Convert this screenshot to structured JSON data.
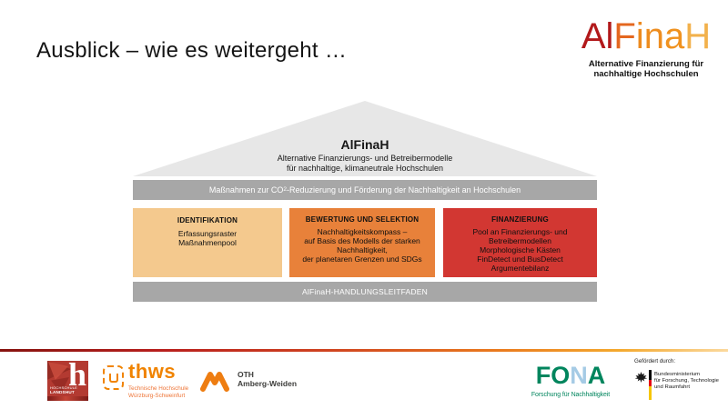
{
  "slide": {
    "title": "Ausblick – wie es weitergeht …"
  },
  "brand_logo": {
    "name": "AlFinaH",
    "letters": [
      {
        "ch": "A",
        "color": "#b2191b"
      },
      {
        "ch": "l",
        "color": "#b2191b"
      },
      {
        "ch": "F",
        "color": "#e4671f"
      },
      {
        "ch": "i",
        "color": "#ed8a1f"
      },
      {
        "ch": "n",
        "color": "#ee8d1f"
      },
      {
        "ch": "a",
        "color": "#f0921f"
      },
      {
        "ch": "H",
        "color": "#f2b14c"
      }
    ],
    "subtitle_line1": "Alternative Finanzierung für",
    "subtitle_line2": "nachhaltige Hochschulen"
  },
  "diagram": {
    "roof": {
      "title": "AlFinaH",
      "line1": "Alternative Finanzierungs- und Betreibermodelle",
      "line2": "für nachhaltige, klimaneutrale Hochschulen"
    },
    "top_bar": {
      "text_before_sub": "Maßnahmen zur CO",
      "sub": "2",
      "text_after_sub": "-Reduzierung und Förderung der Nachhaltigkeit an Hochschulen"
    },
    "boxes": [
      {
        "title": "IDENTIFIKATION",
        "color": "#f4c98e",
        "lines": [
          "Erfassungsraster",
          "Maßnahmenpool"
        ]
      },
      {
        "title": "BEWERTUNG UND SELEKTION",
        "color": "#e8813a",
        "lines": [
          "Nachhaltigkeitskompass –",
          "auf Basis des Modells der starken",
          "Nachhaltigkeit,",
          "der planetaren Grenzen und SDGs"
        ]
      },
      {
        "title": "FINANZIERUNG",
        "color": "#d23732",
        "lines": [
          "Pool an Finanzierungs- und",
          "Betreibermodellen",
          "Morphologische Kästen",
          "FinDetect und BusDetect",
          "Argumentebilanz"
        ]
      }
    ],
    "bottom_bar": "AlFinaH-HANDLUNGSLEITFADEN"
  },
  "footer": {
    "landshut": {
      "glyph": "h",
      "line1": "HOCHSCHULE",
      "line2": "LANDSHUT"
    },
    "thws": {
      "name": "thws",
      "line1": "Technische Hochschule",
      "line2": "Würzburg-Schweinfurt"
    },
    "oth": {
      "line1": "OTH",
      "line2": "Amberg-Weiden"
    },
    "fona": {
      "segments": [
        {
          "t": "FO",
          "c": "#00855d"
        },
        {
          "t": "N",
          "c": "#a5cbe5"
        },
        {
          "t": "A",
          "c": "#00855d"
        }
      ],
      "subtitle": "Forschung für Nachhaltigkeit",
      "subtitle_color": "#00855d"
    },
    "funding": {
      "label": "Gefördert durch:",
      "ministry_lines": [
        "Bundesministerium",
        "für Forschung, Technologie",
        "und Raumfahrt"
      ]
    }
  },
  "colors": {
    "roof_gray": "#e7e7e7",
    "bar_gray": "#a7a7a7",
    "footer_gradient": [
      "#86130f",
      "#b81f1d",
      "#cf4320",
      "#e9791e",
      "#f4a92e",
      "#fbd99e"
    ],
    "thws_orange": "#f08300",
    "oth_orange": "#ee7d11",
    "landshut_red": "#b33a31",
    "flag_stripe": [
      "#000000",
      "#e30613",
      "#f6c500"
    ]
  }
}
